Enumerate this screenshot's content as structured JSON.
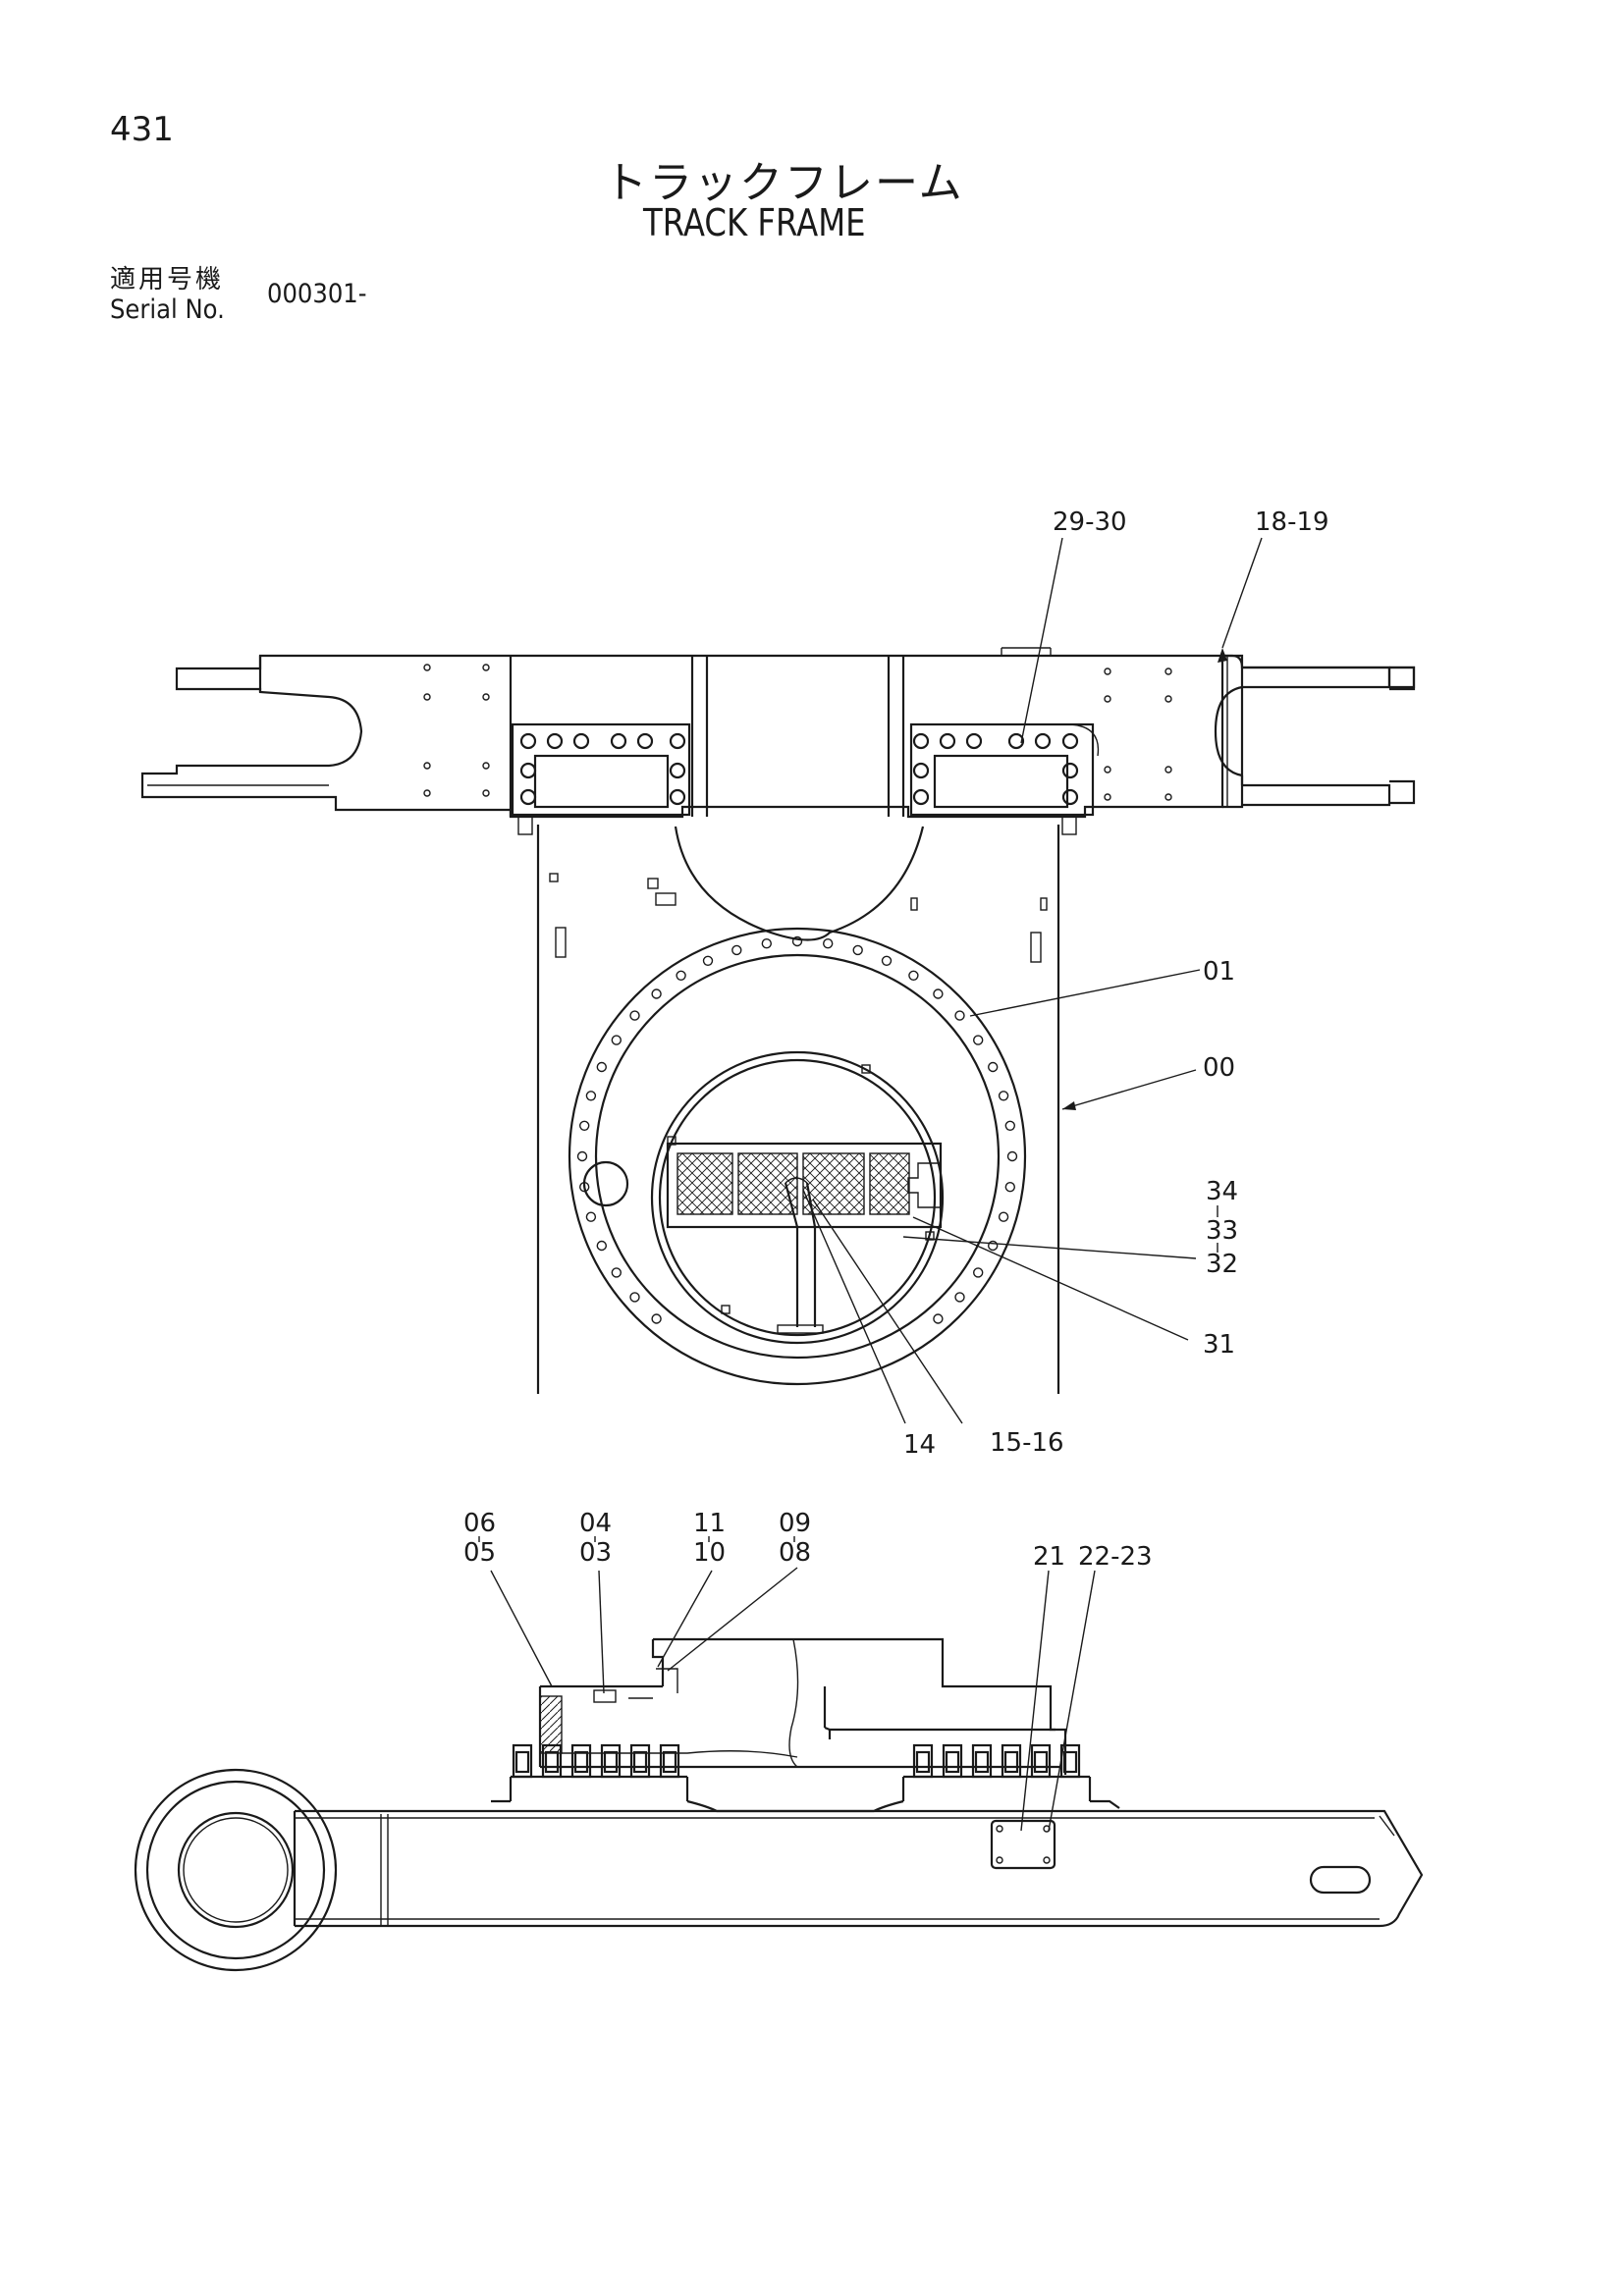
{
  "page_number": "431",
  "title_jp": "トラックフレーム",
  "title_en": "TRACK FRAME",
  "serial_label_jp": "適用号機",
  "serial_label_en": "Serial No.",
  "serial_value": "000301-",
  "callouts_top": {
    "c2930": "29-30",
    "c1819": "18-19",
    "c01": "01",
    "c00": "00",
    "c34": "34",
    "c33": "33",
    "c32": "32",
    "c31": "31",
    "c14": "14",
    "c1516": "15-16"
  },
  "callouts_bottom": {
    "c06": "06",
    "c05": "05",
    "c04": "04",
    "c03": "03",
    "c11": "11",
    "c10": "10",
    "c09": "09",
    "c08": "08",
    "c21": "21",
    "c2223": "22-23"
  }
}
